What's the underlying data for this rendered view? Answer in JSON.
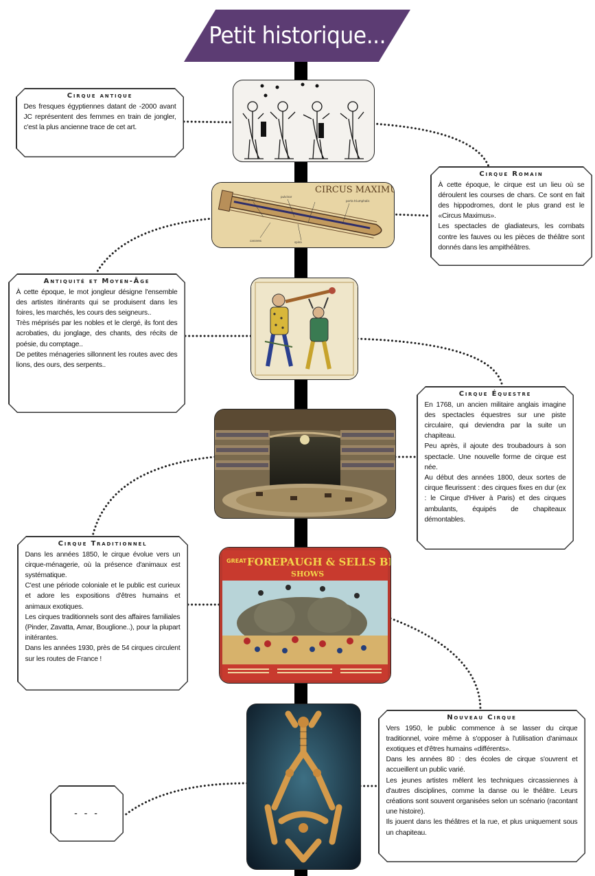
{
  "title": "Petit historique...",
  "ellipsis": "- - -",
  "images": {
    "egypt": "egyptian-fresco-jugglers",
    "circus_maximus_label": "CIRCUS MAXIMUS",
    "jongleurs": "medieval-jongleurs",
    "equestre": "equestrian-circus-amphitheatre",
    "poster_line1": "GREAT",
    "poster_line2": "FOREPAUGH & SELLS BROTHERS",
    "poster_line3": "SHOWS",
    "acrobats": "contemporary-acrobats"
  },
  "sections": {
    "antique": {
      "title": "Cirque antique",
      "text": [
        "Des fresques égyptiennes datant de -2000 avant JC représentent des femmes en train de jongler, c'est la plus ancienne trace de cet art."
      ]
    },
    "romain": {
      "title": "Cirque Romain",
      "text": [
        "À cette époque, le cirque est un lieu où se déroulent les courses de chars. Ce sont en fait des hippodromes, dont le plus grand est le «Circus Maximus».",
        "Les spectacles de gladiateurs, les combats contre les fauves ou les pièces de théâtre sont donnés dans les ampithéâtres."
      ]
    },
    "moyen_age": {
      "title": "Antiquité et Moyen-Âge",
      "text": [
        "À cette époque, le mot jongleur désigne l'ensemble des artistes itinérants qui se produisent dans les foires, les marchés, les cours des seigneurs..",
        "Très méprisés par les nobles et le clergé, ils font des acrobaties, du jonglage, des chants, des récits de poésie, du comptage..",
        "De petites ménageries sillonnent les routes avec des lions, des ours, des serpents.."
      ]
    },
    "equestre": {
      "title": "Cirque Équestre",
      "text": [
        "En 1768, un ancien militaire anglais imagine des spectacles équestres sur une piste circulaire, qui deviendra par la suite un chapiteau.",
        "Peu après, il ajoute des troubadours à son spectacle. Une nouvelle forme de cirque est née.",
        "Au début des années 1800, deux sortes de cirque fleurissent : des cirques fixes en dur (ex : le Cirque d'Hiver à Paris) et des cirques ambulants, équipés de chapiteaux démontables."
      ]
    },
    "traditionnel": {
      "title": "Cirque Traditionnel",
      "text": [
        "Dans les années 1850, le cirque évolue vers un cirque-ménagerie, où la présence d'animaux est systématique.",
        "C'est une période coloniale et le public est curieux et adore les expositions d'êtres humains et animaux exotiques.",
        "Les cirques traditionnels sont des affaires familiales (Pinder, Zavatta, Amar, Bouglione..), pour la plupart initérantes.",
        "Dans les années 1930, près de 54 cirques circulent sur les routes de France !"
      ]
    },
    "nouveau": {
      "title": "Nouveau Cirque",
      "text": [
        "Vers 1950, le public commence à se lasser du cirque traditionnel, voire même à s'opposer à l'utilisation d'animaux exotiques et d'êtres humains «différents».",
        "Dans les années 80 : des écoles de cirque s'ouvrent et accueillent un public varié.",
        "Les jeunes artistes mêlent les techniques circassiennes à d'autres disciplines, comme la danse ou le théâtre. Leurs créations sont souvent organisées selon un scénario (racontant une histoire).",
        "Ils jouent dans les théâtres et la rue, et plus uniquement sous un chapiteau."
      ]
    }
  }
}
